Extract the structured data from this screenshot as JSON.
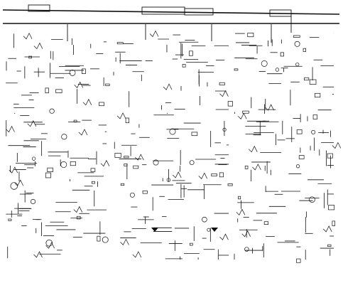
{
  "diagram": {
    "kind": "circuit-schematic",
    "caption": "",
    "ink_color": "#111111",
    "paper_color": "#ffffff",
    "blocks": [
      {
        "id": "upper-left-stage"
      },
      {
        "id": "upper-middle-stage"
      },
      {
        "id": "upper-right-stage"
      },
      {
        "id": "middle-left-stage"
      },
      {
        "id": "middle-middle-stage"
      },
      {
        "id": "middle-right-stage"
      },
      {
        "id": "lower-left-stage"
      },
      {
        "id": "lower-middle-stage"
      },
      {
        "id": "lower-right-stage"
      }
    ]
  }
}
